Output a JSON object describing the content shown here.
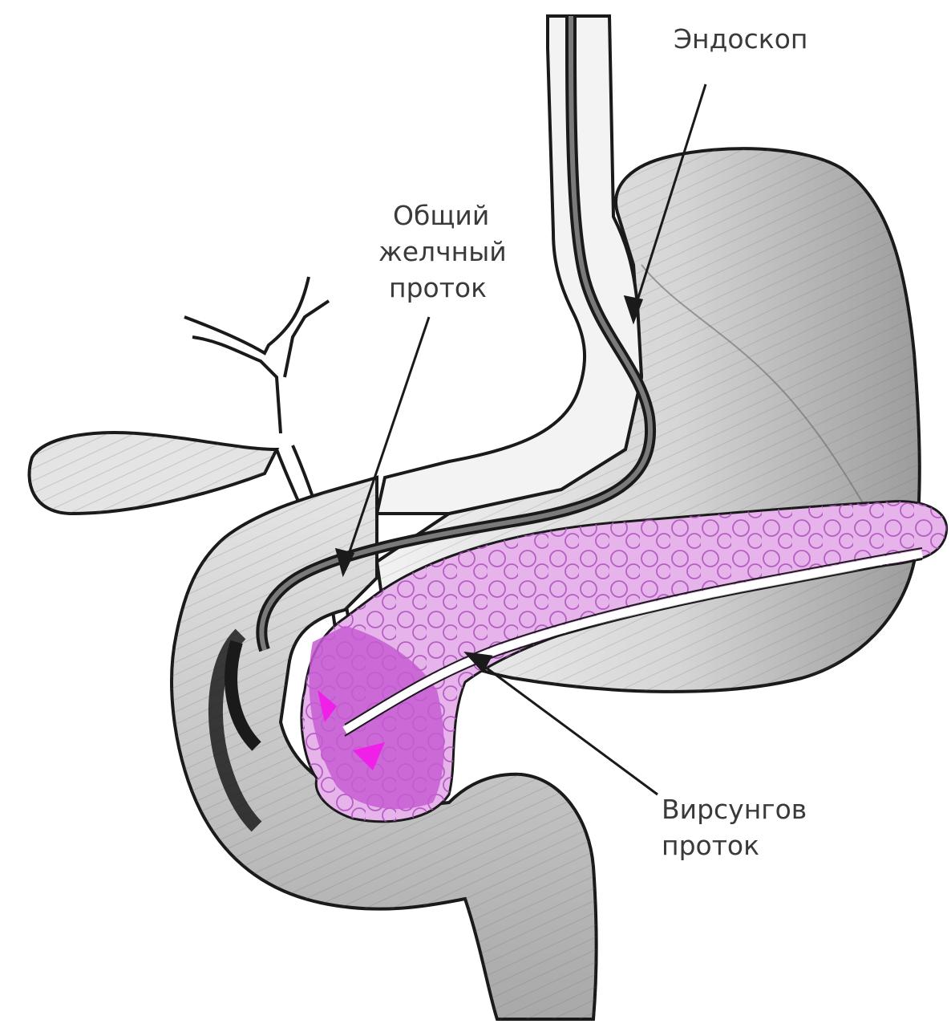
{
  "labels": {
    "endoscope": "Эндоскоп",
    "common_bile_duct": [
      "Общий",
      "желчный",
      "проток"
    ],
    "wirsung_duct": [
      "Вирсунгов",
      "проток"
    ]
  },
  "colors": {
    "background": "#ffffff",
    "outline": "#1a1a1a",
    "organ_shade": "#dcdcdc",
    "organ_dark": "#9a9a9a",
    "pancreas": "#e2a8e6",
    "pancreas_dark": "#c24fd0",
    "pancreas_accent": "#ee22e6",
    "endoscope": "#3a3a3a"
  }
}
